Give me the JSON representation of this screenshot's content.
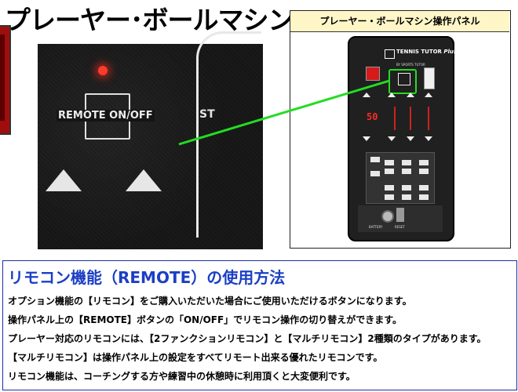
{
  "header": {
    "title": "プレーヤー･ボールマシン"
  },
  "photo": {
    "button_label": "REMOTE ON/OFF",
    "side_text": "ST"
  },
  "panel": {
    "title": "プレーヤー・ボールマシン操作パネル",
    "brand": "TENNIS TUTOR",
    "brand_plus": "Plus",
    "brand_sub": "BY SPORTS TUTOR",
    "digits": "50",
    "battery_label": "BATTERY",
    "reset_label": "RESET"
  },
  "info": {
    "title": "リモコン機能（REMOTE）の使用方法",
    "lines": [
      "オプション機能の【リモコン】をご購入いただいた場合にご使用いただけるボタンになります。",
      "操作パネル上の【REMOTE】ボタンの「ON/OFF」でリモコン操作の切り替えができます。",
      "プレーヤー対応のリモコンには、【2ファンクションリモコン】と【マルチリモコン】2種類のタイプがあります。",
      "【マルチリモコン】は操作パネル上の設定をすべてリモート出来る優れたリモコンです。",
      "リモコン機能は、コーチングする方や練習中の休憩時に利用頂くと大変便利です。"
    ]
  },
  "colors": {
    "highlight": "#22dd22",
    "accent_blue": "#1c3fc4",
    "panel_header_bg": "#fff6c8",
    "led_red": "#ff3a2a"
  }
}
